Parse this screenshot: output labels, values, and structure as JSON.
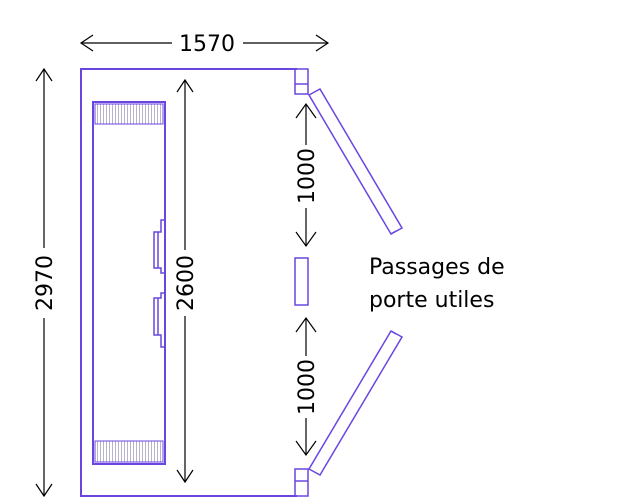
{
  "dimensions": {
    "overall_width": "1570",
    "overall_depth": "2970",
    "inner_length": "2600",
    "passage_top": "1000",
    "passage_bottom": "1000"
  },
  "note": {
    "line1": "Passages de",
    "line2": "porte utiles"
  },
  "colors": {
    "outline": "#6a46e0",
    "dimension": "#000000",
    "hatch": "#b9b2cc"
  }
}
